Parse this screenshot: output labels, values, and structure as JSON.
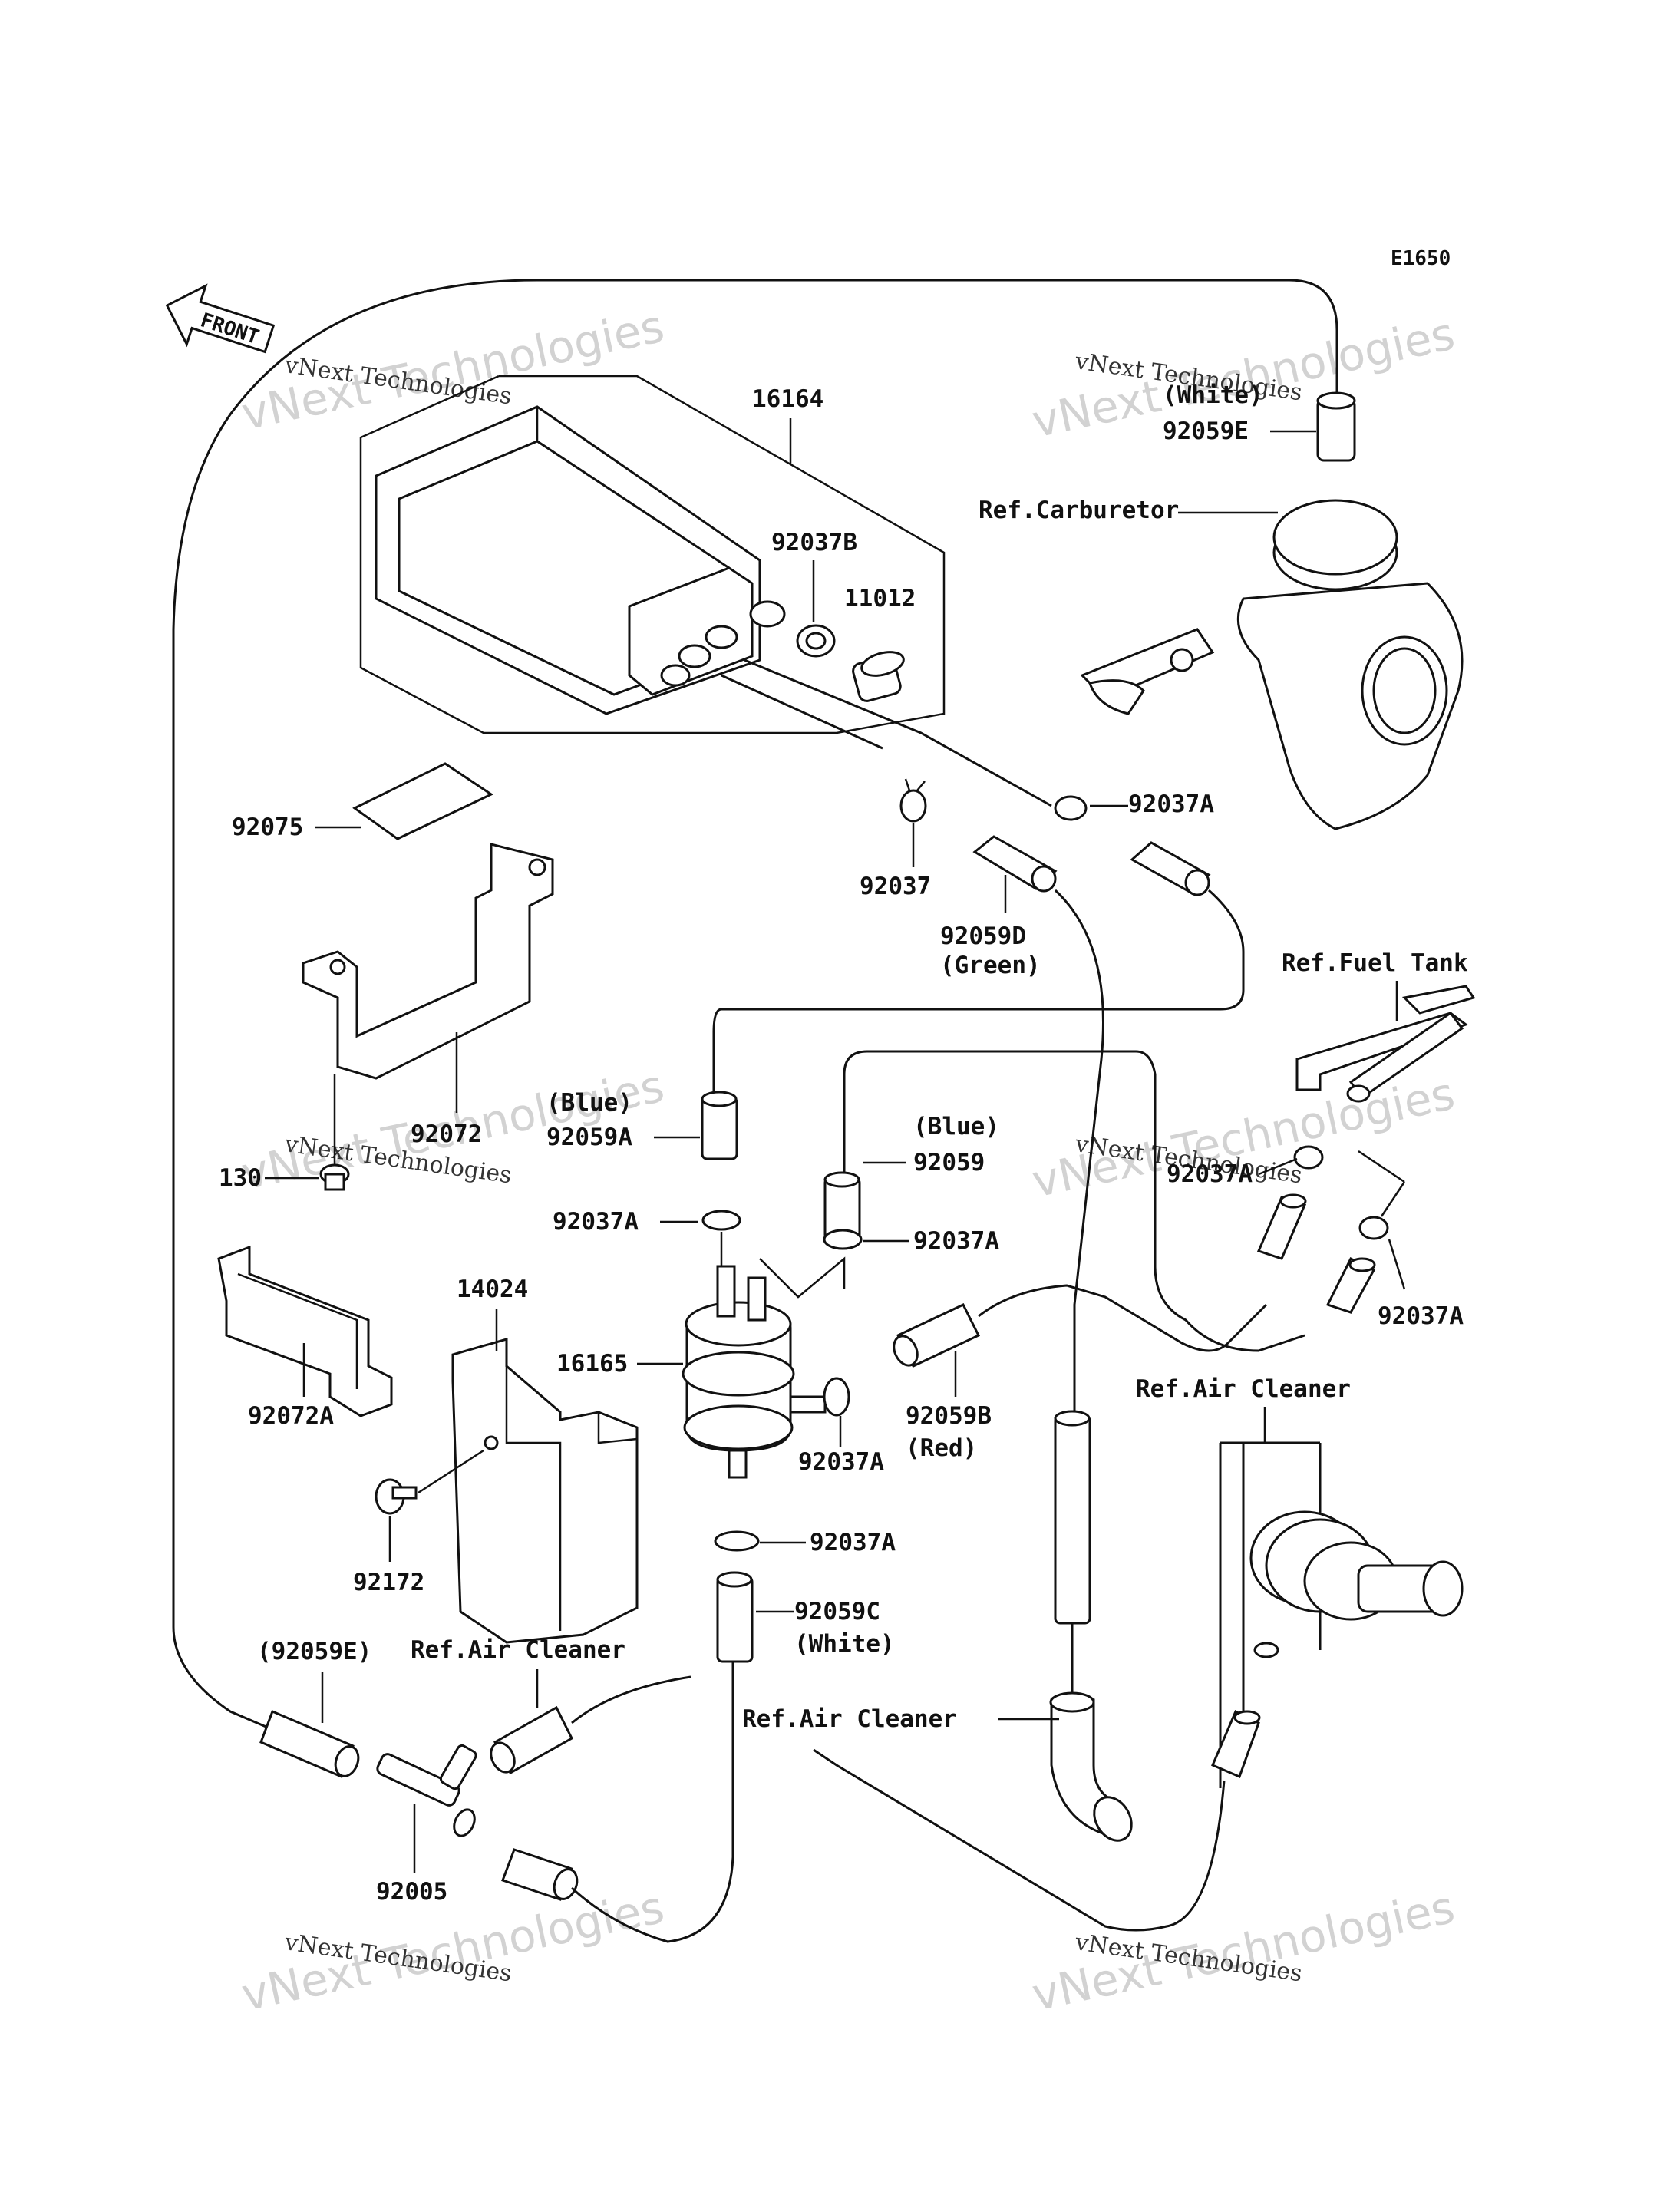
{
  "diagram_code": "E1650",
  "front_label": "FRONT",
  "watermark": {
    "big": "vNext Technologies",
    "small": "vNext Technologies"
  },
  "parts": {
    "p16164": "16164",
    "p92037B": "92037B",
    "p11012": "11012",
    "p92075": "92075",
    "p92037_top": "92037",
    "p92037A_right_top": "92037A",
    "p92059D": "92059D",
    "p92059D_color": "(Green)",
    "p92072": "92072",
    "p130": "130",
    "p92059A_color": "(Blue)",
    "p92059A": "92059A",
    "p92059_color": "(Blue)",
    "p92059": "92059",
    "p92037A_left": "92037A",
    "p92037A_mid": "92037A",
    "p92037A_fueltank": "92037A",
    "p92037A_fueltank2": "92037A",
    "p14024": "14024",
    "p16165": "16165",
    "p92072A": "92072A",
    "p92059B": "92059B",
    "p92059B_color": "(Red)",
    "p92037A_pump": "92037A",
    "p92172": "92172",
    "p92037A_lower": "92037A",
    "p92059C": "92059C",
    "p92059C_color": "(White)",
    "p92059E_top_color": "(White)",
    "p92059E_top": "92059E",
    "p92059E_paren": "(92059E)",
    "p92005": "92005"
  },
  "references": {
    "carburetor": "Ref.Carburetor",
    "fuel_tank": "Ref.Fuel Tank",
    "air_cleaner_right": "Ref.Air Cleaner",
    "air_cleaner_left": "Ref.Air Cleaner",
    "air_cleaner_bottom": "Ref.Air Cleaner"
  }
}
